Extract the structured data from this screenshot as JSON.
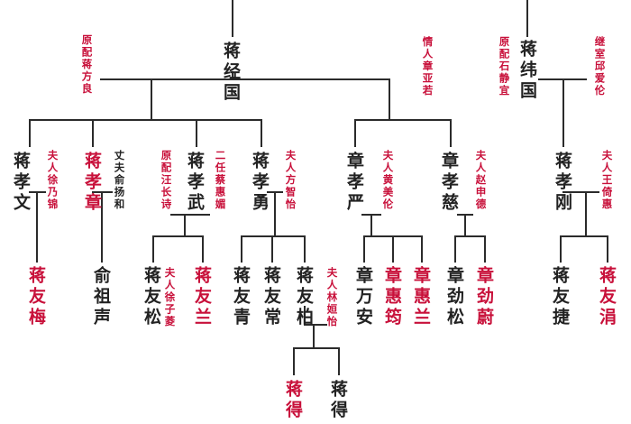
{
  "colors": {
    "line": "#2b2b2b",
    "black_text": "#222222",
    "red_text": "#c8103a"
  },
  "people": {
    "jingguo": "蒋经国",
    "jingguo_wife": "原配蒋方良",
    "jingguo_partner": "情人章亚若",
    "weiguo": "蒋纬国",
    "weiguo_wife1": "原配石静宜",
    "weiguo_wife2": "继室邱爱伦",
    "xiaowen": "蒋孝文",
    "xiaowen_wife": "夫人徐乃锦",
    "xiaozhang": "蒋孝章",
    "xiaozhang_husband": "丈夫俞扬和",
    "xiaowu": "蒋孝武",
    "xiaowu_wife1": "原配汪长诗",
    "xiaowu_wife2": "二任蔡惠媚",
    "xiaoyong": "蒋孝勇",
    "xiaoyong_wife": "夫人方智怡",
    "xiaoyan": "章孝严",
    "xiaoyan_wife": "夫人黄美伦",
    "xiaoci": "章孝慈",
    "xiaoci_wife": "夫人赵申德",
    "xiaogang": "蒋孝刚",
    "xiaogang_wife": "夫人王倚惠",
    "youmei": "蒋友梅",
    "zusheng": "俞祖声",
    "yousong": "蒋友松",
    "yousong_wife": "夫人徐子菱",
    "youlan": "蒋友兰",
    "youqing": "蒋友青",
    "youchang": "蒋友常",
    "youbai": "蒋友柏",
    "youbai_wife": "夫人林姮怡",
    "wanan": "章万安",
    "huiyun": "章惠筠",
    "huilan": "章惠兰",
    "jinsong": "章劲松",
    "qinwei": "章劲蔚",
    "youjie": "蒋友捷",
    "youjuan": "蒋友涓",
    "de1": "蒋得",
    "de2": "蒋得"
  }
}
